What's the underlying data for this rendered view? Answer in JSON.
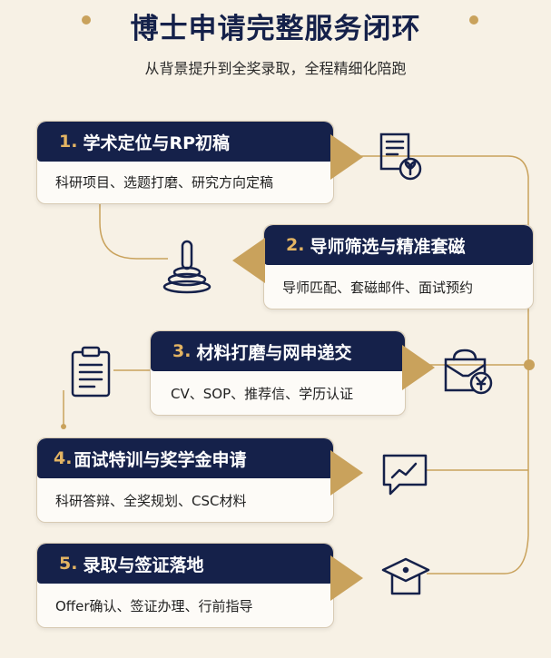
{
  "header": {
    "title": "博士申请完整服务闭环",
    "subtitle": "从背景提升到全奖录取，全程精细化陪跑"
  },
  "steps": [
    {
      "num": "1.",
      "title": "学术定位与RP初稿",
      "desc": "科研项目、选题打磨、研究方向定稿",
      "icon": "document-seed-icon"
    },
    {
      "num": "2.",
      "title": "导师筛选与精准套磁",
      "desc": "导师匹配、套磁邮件、面试预约",
      "icon": "stacked-rings-icon"
    },
    {
      "num": "3.",
      "title": "材料打磨与网申递交",
      "desc": "CV、SOP、推荐信、学历认证",
      "icon": "clipboard-icon"
    },
    {
      "num": "4.",
      "title": "面试特训与奖学金申请",
      "desc": "科研答辩、全奖规划、CSC材料",
      "icon": "chat-chart-icon"
    },
    {
      "num": "5.",
      "title": "录取与签证落地",
      "desc": "Offer确认、签证办理、行前指导",
      "icon": "graduation-cap-icon"
    }
  ],
  "side_icons": {
    "wallet": "money-folder-icon"
  },
  "colors": {
    "navy": "#15214a",
    "gold": "#c9a25c",
    "background": "#f7f1e5"
  }
}
